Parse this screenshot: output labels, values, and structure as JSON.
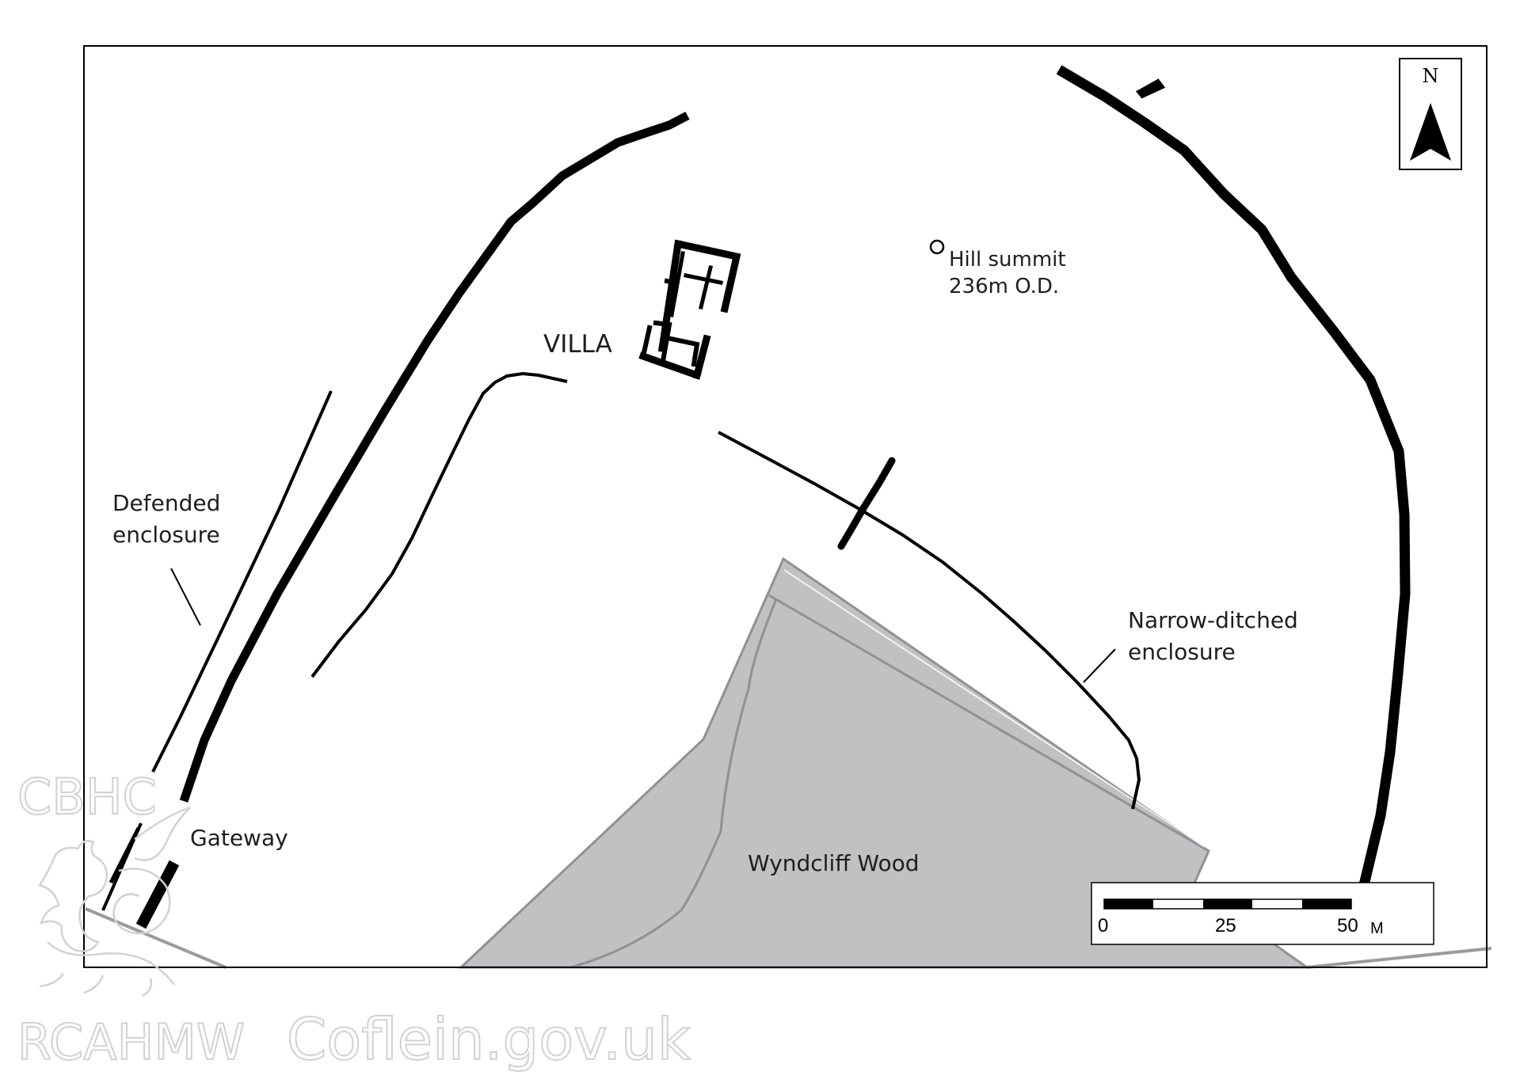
{
  "labels": {
    "villa": "VILLA",
    "hill_summit_line1": "Hill summit",
    "hill_summit_line2": "236m O.D.",
    "defended_line1": "Defended",
    "defended_line2": "enclosure",
    "narrow_line1": "Narrow-ditched",
    "narrow_line2": "enclosure",
    "gateway": "Gateway",
    "wood": "Wyndcliff Wood"
  },
  "north_arrow": {
    "letter": "N"
  },
  "scale_bar": {
    "tick_labels": [
      "0",
      "25",
      "50"
    ],
    "unit": "M"
  },
  "watermark": {
    "logo_text": "CBHC",
    "org": "RCAHMW",
    "site": "Coflein.gov.uk"
  },
  "colors": {
    "wood_fill": "#bfc1c3",
    "wood_edge": "#8f9193",
    "ink": "#000000",
    "watermark": "#d2d2d2"
  }
}
